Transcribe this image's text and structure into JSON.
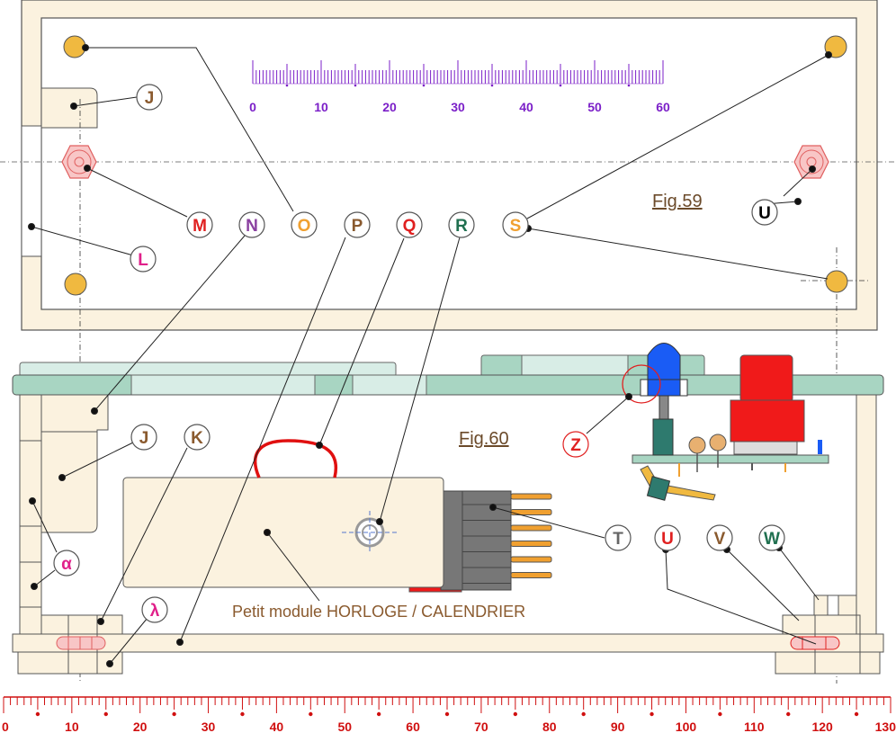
{
  "figures": {
    "fig59": "Fig.59",
    "fig60": "Fig.60"
  },
  "caption": "Petit module HORLOGE / CALENDRIER",
  "colors": {
    "panel": "#fbf2df",
    "outline": "#555555",
    "rail": "#a8d5c2",
    "rail_light": "#d8ede6",
    "brass": "#f0b940",
    "hex_nut": "#f8c6c6",
    "led_blue": "#1a5cf5",
    "relay_red": "#f01a1a",
    "wire_red": "#e01010",
    "violet_scale": "#7b1fc8",
    "red_scale": "#d01010",
    "pin_orange": "#f0a030",
    "pcb_green": "#a8d5c2"
  },
  "callouts": {
    "J": "J",
    "L": "L",
    "M": "M",
    "N": "N",
    "O": "O",
    "P": "P",
    "Q": "Q",
    "R": "R",
    "S": "S",
    "U": "U",
    "J2": "J",
    "K": "K",
    "alpha": "α",
    "lambda": "λ",
    "Z": "Z",
    "T": "T",
    "U2": "U",
    "V": "V",
    "W": "W"
  },
  "callout_colors": {
    "J": "#8a5a2e",
    "L": "#e0208a",
    "M": "#e02020",
    "N": "#8a40a0",
    "O": "#f0a030",
    "P": "#8a5a2e",
    "Q": "#e02020",
    "R": "#207050",
    "S": "#f0a030",
    "U": "#000000",
    "J2": "#8a5a2e",
    "K": "#8a5a2e",
    "alpha": "#e0208a",
    "lambda": "#e0208a",
    "Z": "#e02020",
    "T": "#666666",
    "U2": "#e02020",
    "V": "#8a5a2e",
    "W": "#207050"
  },
  "scale_top": {
    "min": 0,
    "max": 60,
    "labels": [
      "0",
      "10",
      "20",
      "30",
      "40",
      "50",
      "60"
    ]
  },
  "scale_bottom": {
    "min": 0,
    "max": 130,
    "labels": [
      "0",
      "10",
      "20",
      "30",
      "40",
      "50",
      "60",
      "70",
      "80",
      "90",
      "100",
      "110",
      "120",
      "130"
    ]
  }
}
